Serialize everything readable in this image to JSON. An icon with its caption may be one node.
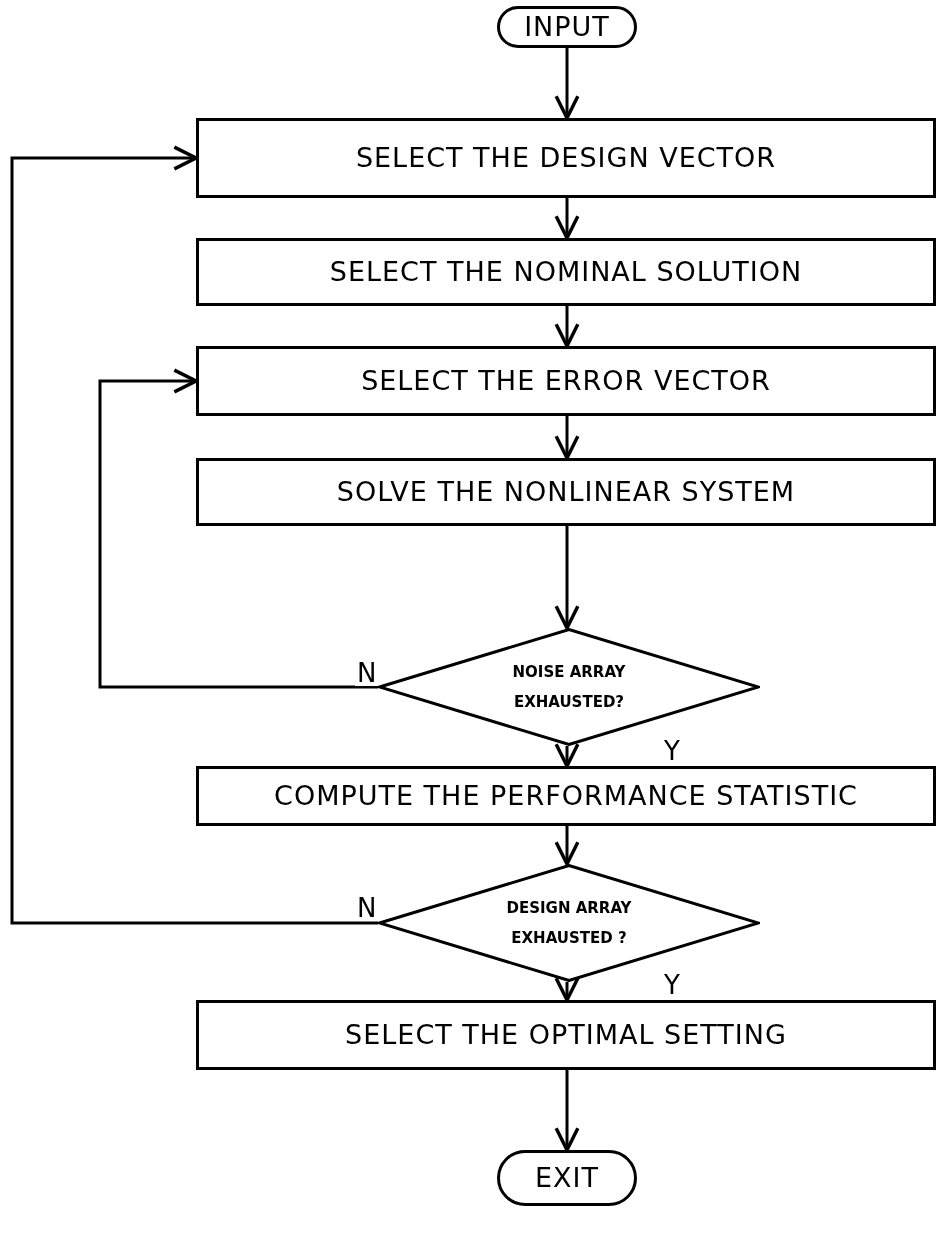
{
  "diagram": {
    "nodes": [
      {
        "text": [
          "INPUT"
        ]
      },
      {
        "text": [
          "SELECT THE DESIGN VECTOR"
        ]
      },
      {
        "text": [
          "SELECT THE NOMINAL SOLUTION"
        ]
      },
      {
        "text": [
          "SELECT THE ERROR VECTOR"
        ]
      },
      {
        "text": [
          "SOLVE THE NONLINEAR SYSTEM"
        ]
      },
      {
        "text": [
          "NOISE ARRAY EXHAUSTED?"
        ]
      },
      {
        "text": [
          "COMPUTE THE PERFORMANCE STATISTIC"
        ]
      },
      {
        "text": [
          "DESIGN ARRAY EXHAUSTED ?"
        ]
      },
      {
        "text": [
          "SELECT THE OPTIMAL SETTING"
        ]
      },
      {
        "text": [
          "EXIT"
        ]
      }
    ],
    "edges": [
      {
        "from": 0,
        "to": 1,
        "arrow": "to"
      },
      {
        "from": 1,
        "to": 2,
        "arrow": "to"
      },
      {
        "from": 2,
        "to": 3,
        "arrow": "to"
      },
      {
        "from": 3,
        "to": 4,
        "arrow": "to"
      },
      {
        "from": 4,
        "to": 5,
        "arrow": "to"
      },
      {
        "from": 5,
        "to": 3,
        "arrow": "to",
        "label": "N"
      },
      {
        "from": 5,
        "to": 6,
        "arrow": "to",
        "label": "Y"
      },
      {
        "from": 6,
        "to": 7,
        "arrow": "to"
      },
      {
        "from": 7,
        "to": 1,
        "arrow": "to",
        "label": "N"
      },
      {
        "from": 7,
        "to": 8,
        "arrow": "to",
        "label": "Y"
      },
      {
        "from": 8,
        "to": 9,
        "arrow": "to"
      }
    ]
  }
}
